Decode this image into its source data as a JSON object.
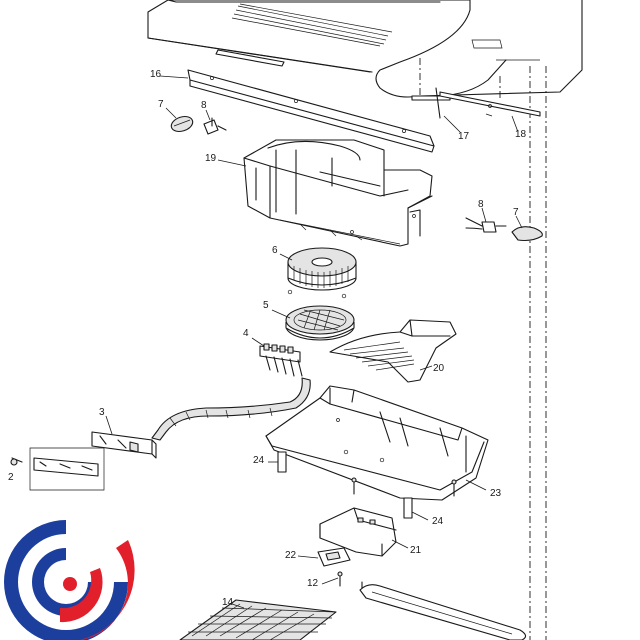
{
  "callouts": [
    {
      "id": "c16",
      "label": "16"
    },
    {
      "id": "c7a",
      "label": "7"
    },
    {
      "id": "c8a",
      "label": "8"
    },
    {
      "id": "c17",
      "label": "17"
    },
    {
      "id": "c18",
      "label": "18"
    },
    {
      "id": "c19",
      "label": "19"
    },
    {
      "id": "c8b",
      "label": "8"
    },
    {
      "id": "c7b",
      "label": "7"
    },
    {
      "id": "c6",
      "label": "6"
    },
    {
      "id": "c5",
      "label": "5"
    },
    {
      "id": "c4",
      "label": "4"
    },
    {
      "id": "c20",
      "label": "20"
    },
    {
      "id": "c3",
      "label": "3"
    },
    {
      "id": "c24a",
      "label": "24"
    },
    {
      "id": "c23",
      "label": "23"
    },
    {
      "id": "c24b",
      "label": "24"
    },
    {
      "id": "c21",
      "label": "21"
    },
    {
      "id": "c22",
      "label": "22"
    },
    {
      "id": "c12",
      "label": "12"
    },
    {
      "id": "c14",
      "label": "14"
    },
    {
      "id": "c2",
      "label": "2"
    }
  ],
  "logo": {
    "colors": {
      "blue": "#1c3f9e",
      "red": "#e2202b"
    }
  }
}
